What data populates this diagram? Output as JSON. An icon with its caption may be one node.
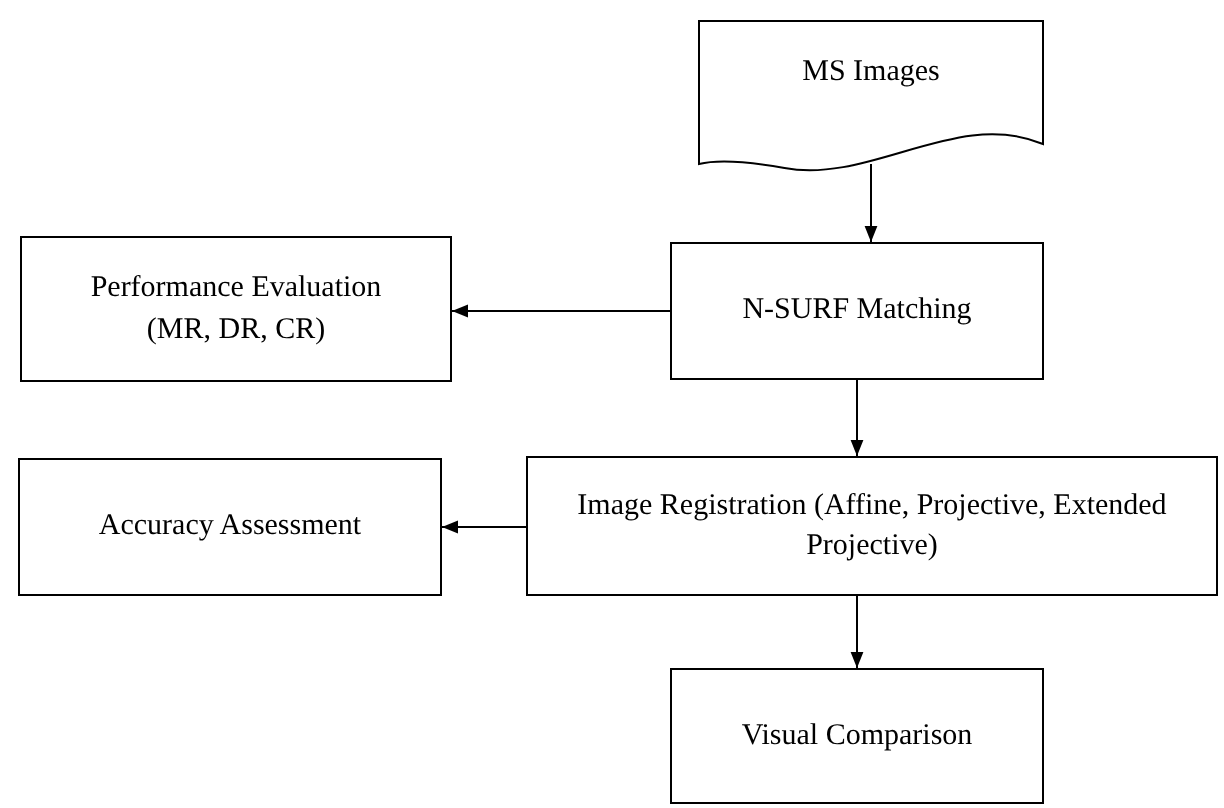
{
  "diagram": {
    "nodes": [
      {
        "text": [
          "MS Images"
        ]
      },
      {
        "text": [
          "N-SURF Matching"
        ]
      },
      {
        "text": [
          "Performance Evaluation (MR, DR, CR)"
        ]
      },
      {
        "text": [
          "Image Registration (Affine, Projective, Extended Projective)"
        ]
      },
      {
        "text": [
          "Accuracy Assessment"
        ]
      },
      {
        "text": [
          "Visual Comparison"
        ]
      }
    ],
    "edges": [
      {
        "from": 0,
        "to": 1,
        "arrow": "to"
      },
      {
        "from": 1,
        "to": 2,
        "arrow": "to"
      },
      {
        "from": 1,
        "to": 3,
        "arrow": "to"
      },
      {
        "from": 3,
        "to": 4,
        "arrow": "to"
      },
      {
        "from": 3,
        "to": 5,
        "arrow": "to"
      }
    ]
  }
}
